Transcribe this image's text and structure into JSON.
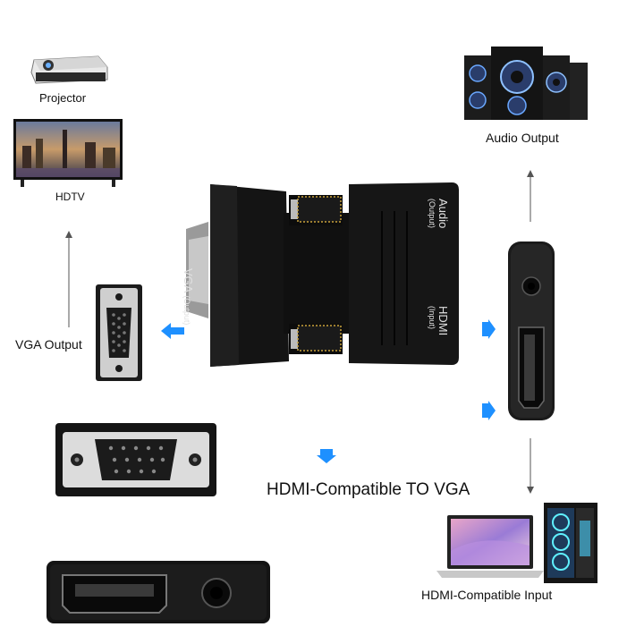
{
  "labels": {
    "projector": "Projector",
    "hdtv": "HDTV",
    "vga_output": "VGA Output",
    "audio_output": "Audio Output",
    "title": "HDMI-Compatible TO VGA",
    "hdmi_input": "HDMI-Compatible Input"
  },
  "adapter": {
    "vga_port_label": "VGA",
    "vga_port_sub": "(Output)",
    "audio_port_label": "Audio",
    "audio_port_sub": "(Output)",
    "hdmi_port_label": "HDMI",
    "hdmi_port_sub": "(Input)"
  },
  "colors": {
    "accent_arrow": "#1e90ff",
    "body": "#151515",
    "line": "#444444"
  }
}
